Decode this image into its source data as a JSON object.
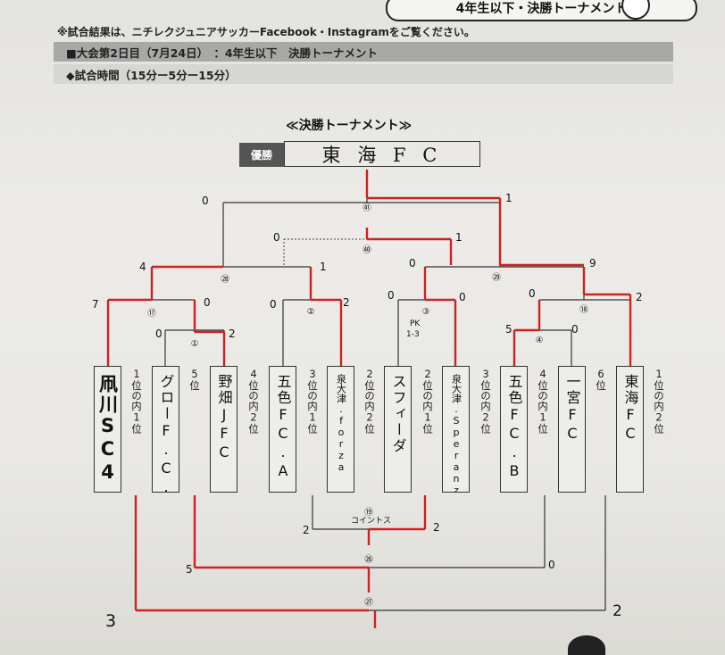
{
  "header": {
    "banner": "4年生以下・決勝トーナメント",
    "note": "※試合結果は、ニチレクジュニアサッカーFacebook・Instagramをご覧ください。",
    "bar1": "■大会第2日目（7月24日）　：4年生以下　決勝トーナメント",
    "bar2": "◆試合時間（15分ー5分ー15分）"
  },
  "bracket": {
    "title": "≪決勝トーナメント≫",
    "champion_label": "優勝",
    "champion": "東 海 F C",
    "match_numbers": [
      "㊶",
      "㊵",
      "㉘",
      "㉙",
      "⑰",
      "①",
      "②",
      "③",
      "⑱",
      "④",
      "⑲",
      "㉖",
      "㉗"
    ],
    "teams": [
      {
        "name": "凧川SC4",
        "seed": "1位の内1位"
      },
      {
        "name": "グローF.C.",
        "seed": "5位"
      },
      {
        "name": "野畑JFC",
        "seed": "4位の内2位"
      },
      {
        "name": "五色FC.A",
        "seed": "3位の内1位"
      },
      {
        "name": "泉大津.forza",
        "seed": "2位の内2位"
      },
      {
        "name": "スフィーダ",
        "seed": "2位の内1位"
      },
      {
        "name": "泉大津.Speranza",
        "seed": "3位の内2位"
      },
      {
        "name": "五色FC.B",
        "seed": "4位の内1位"
      },
      {
        "name": "一宮FC",
        "seed": "6位"
      },
      {
        "name": "東海FC",
        "seed": "1位の内2位"
      }
    ],
    "scores": {
      "final_left": "0",
      "final_right": "1",
      "third_left": "0",
      "third_right": "1",
      "semi_a_left": "4",
      "semi_a_right": "1",
      "semi_b_left": "0",
      "semi_b_right": "9",
      "r17_left": "7",
      "r17_right": "0",
      "r1_left": "0",
      "r1_right": "2",
      "r2_left": "0",
      "r2_right": "2",
      "r3_left": "0",
      "r3_right": "0",
      "r3_pk": "PK",
      "r3_pk_score": "1-3",
      "r18_left": "0",
      "r18_right": "2",
      "r4_left": "5",
      "r4_right": "0",
      "r19_left": "2",
      "r19_right": "2",
      "r19_note": "コイントス",
      "r26_left": "5",
      "r26_right": "0",
      "r27_left": "3",
      "r27_right": "2"
    }
  }
}
